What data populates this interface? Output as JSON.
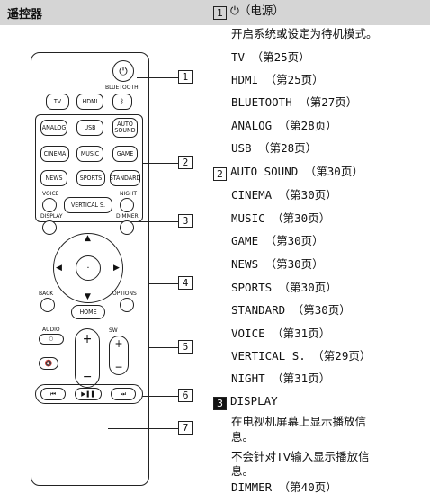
{
  "header": {
    "title": "遥控器"
  },
  "remote": {
    "labels": {
      "power": "⏻",
      "bluetooth_label": "BLUETOOTH",
      "bt_icon": "ᛒ",
      "tv": "TV",
      "hdmi": "HDMI",
      "analog": "ANALOG",
      "usb": "USB",
      "auto_sound": "AUTO\nSOUND",
      "cinema": "CINEMA",
      "music": "MUSIC",
      "game": "GAME",
      "news": "NEWS",
      "sports": "SPORTS",
      "standard": "STANDARD",
      "voice": "VOICE",
      "vertical_s": "VERTICAL S.",
      "night": "NIGHT",
      "display": "DISPLAY",
      "dimmer": "DIMMER",
      "back": "BACK",
      "options": "OPTIONS",
      "home": "HOME",
      "audio": "AUDIO",
      "sw": "SW",
      "mute": "🔇",
      "plus": "+",
      "minus": "−",
      "prev": "⏮",
      "playpause": "▶❚❚",
      "next": "⏭"
    },
    "callouts": [
      "1",
      "2",
      "3",
      "4",
      "5",
      "6",
      "7"
    ]
  },
  "text": {
    "lines": [
      {
        "num": "1",
        "inv": false,
        "text": "⏻（电源）"
      },
      {
        "num": "",
        "text": "开启系统或设定为待机模式。",
        "cjk": true
      },
      {
        "num": "",
        "text": "TV  （第25页）"
      },
      {
        "num": "",
        "text": "HDMI  （第25页）"
      },
      {
        "num": "",
        "text": "BLUETOOTH  （第27页）"
      },
      {
        "num": "",
        "text": "ANALOG  （第28页）"
      },
      {
        "num": "",
        "text": "USB  （第28页）"
      },
      {
        "num": "2",
        "inv": false,
        "text": "AUTO SOUND  （第30页）"
      },
      {
        "num": "",
        "text": "CINEMA  （第30页）"
      },
      {
        "num": "",
        "text": "MUSIC  （第30页）"
      },
      {
        "num": "",
        "text": "GAME  （第30页）"
      },
      {
        "num": "",
        "text": "NEWS  （第30页）"
      },
      {
        "num": "",
        "text": "SPORTS  （第30页）"
      },
      {
        "num": "",
        "text": "STANDARD  （第30页）"
      },
      {
        "num": "",
        "text": "VOICE  （第31页）"
      },
      {
        "num": "",
        "text": "VERTICAL S.  （第29页）"
      },
      {
        "num": "",
        "text": "NIGHT  （第31页）"
      },
      {
        "num": "3",
        "inv": true,
        "text": "DISPLAY"
      },
      {
        "num": "",
        "text": "在电视机屏幕上显示播放信",
        "cjk": true
      },
      {
        "num": "",
        "text": "息。",
        "cjk": true
      },
      {
        "num": "",
        "text": "不会针对TV输入显示播放信",
        "cjk": true
      },
      {
        "num": "",
        "text": "息。",
        "cjk": true
      },
      {
        "num": "",
        "text": "DIMMER  （第40页）"
      }
    ]
  }
}
